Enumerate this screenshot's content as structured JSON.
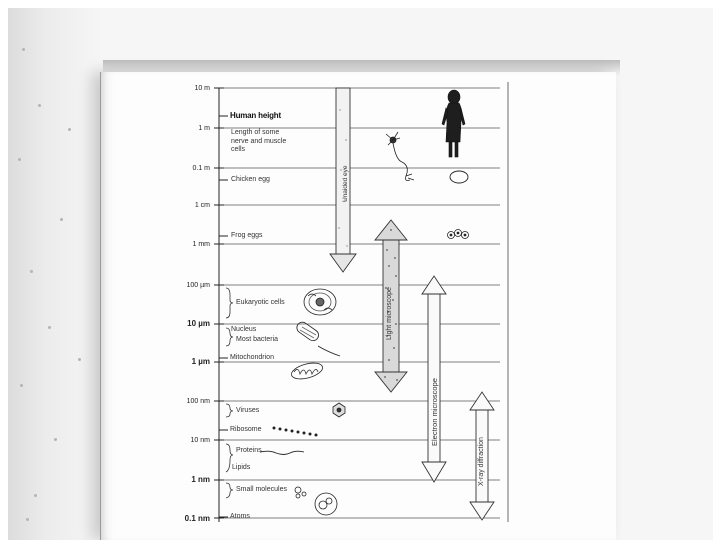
{
  "scale": {
    "marks": [
      {
        "label": "10 m",
        "bold": false
      },
      {
        "label": "1 m",
        "bold": false
      },
      {
        "label": "0.1 m",
        "bold": false
      },
      {
        "label": "1 cm",
        "bold": false
      },
      {
        "label": "1 mm",
        "bold": false
      },
      {
        "label": "100 µm",
        "bold": false
      },
      {
        "label": "10 µm",
        "bold": true
      },
      {
        "label": "1 µm",
        "bold": true
      },
      {
        "label": "100 nm",
        "bold": false
      },
      {
        "label": "10 nm",
        "bold": false
      },
      {
        "label": "1 nm",
        "bold": true
      },
      {
        "label": "0.1 nm",
        "bold": true
      }
    ]
  },
  "items": {
    "human_height": "Human height",
    "nerve_cells": "Length of some nerve and muscle cells",
    "chicken_egg": "Chicken egg",
    "frog_eggs": "Frog eggs",
    "eukaryotic_cells": "Eukaryotic cells",
    "nucleus": "Nucleus",
    "most_bacteria": "Most bacteria",
    "mitochondrion": "Mitochondrion",
    "viruses": "Viruses",
    "ribosome": "Ribosome",
    "proteins": "Proteins",
    "lipids": "Lipids",
    "small_molecules": "Small molecules",
    "atoms": "Atoms"
  },
  "ranges": {
    "unaided_eye": "Unaided eye",
    "light_microscope": "Light microscope",
    "electron_microscope": "Electron microscope",
    "xray_diffraction": "X-ray diffraction"
  }
}
